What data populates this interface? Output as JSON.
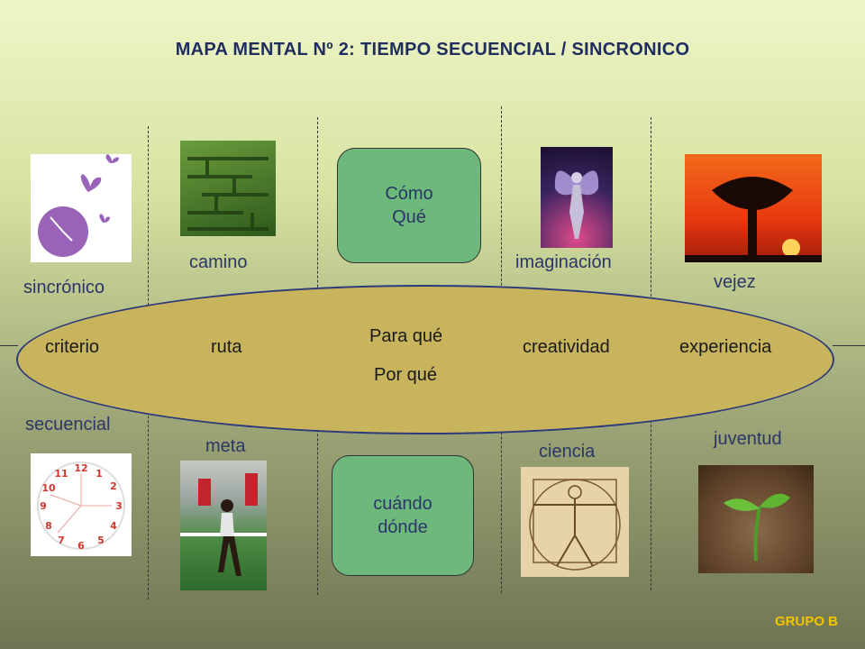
{
  "title": "MAPA MENTAL Nº 2: TIEMPO SECUENCIAL / SINCRONICO",
  "footer": "GRUPO B",
  "center_top_box": [
    "Cómo",
    "Qué"
  ],
  "center_bottom_box": [
    "cuándo",
    "dónde"
  ],
  "ellipse": {
    "center_lines": [
      "Para qué",
      "Por qué"
    ],
    "items": [
      "criterio",
      "ruta",
      "creatividad",
      "experiencia"
    ]
  },
  "top_labels": [
    "sincrónico",
    "camino",
    "imaginación",
    "vejez"
  ],
  "bottom_labels": [
    "secuencial",
    "meta",
    "ciencia",
    "juventud"
  ],
  "images": [
    "butterfly-clock-image",
    "maze-image",
    "fairy-image",
    "baobab-sunset-image",
    "clock-face-image",
    "runner-finish-image",
    "vitruvian-man-image",
    "sprout-image"
  ],
  "colors": {
    "title": "#1f2d5e",
    "ellipse_fill": "#c9b45e",
    "ellipse_border": "#2d3a7a",
    "box_fill": "#6db87b",
    "footer": "#f5c400"
  }
}
